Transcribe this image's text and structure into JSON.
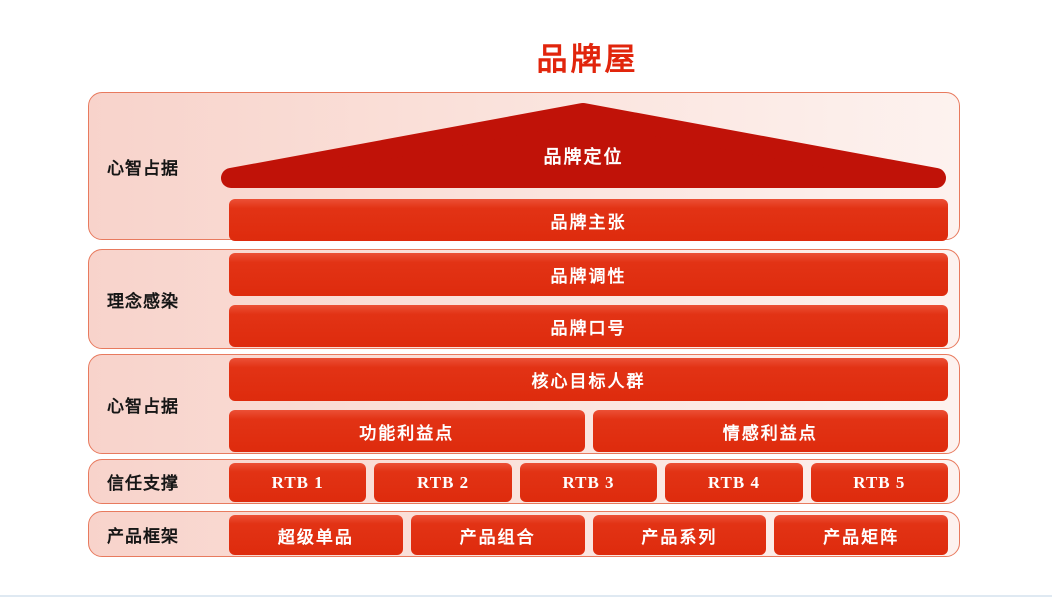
{
  "title": {
    "text": "品牌屋"
  },
  "colors": {
    "title_text": "#e1250c",
    "panel_fill_start": "#f8d3cb",
    "panel_fill_end": "#fdf2ef",
    "panel_border": "#e87a5e",
    "roof_fill": "#c01208",
    "bar_fill": "#e23315",
    "bar_text": "#ffffff",
    "label_text": "#161616",
    "bottom_divider": "#dfe9f2"
  },
  "sections": [
    {
      "label": "心智占据",
      "roof": "品牌定位",
      "rows": [
        {
          "cells": [
            "品牌主张"
          ]
        }
      ]
    },
    {
      "label": "理念感染",
      "rows": [
        {
          "cells": [
            "品牌调性"
          ]
        },
        {
          "cells": [
            "品牌口号"
          ]
        }
      ]
    },
    {
      "label": "心智占据",
      "rows": [
        {
          "cells": [
            "核心目标人群"
          ]
        },
        {
          "cells": [
            "功能利益点",
            "情感利益点"
          ]
        }
      ]
    },
    {
      "label": "信任支撑",
      "rows": [
        {
          "cells": [
            "RTB 1",
            "RTB 2",
            "RTB 3",
            "RTB 4",
            "RTB 5"
          ]
        }
      ]
    },
    {
      "label": "产品框架",
      "rows": [
        {
          "cells": [
            "超级单品",
            "产品组合",
            "产品系列",
            "产品矩阵"
          ]
        }
      ]
    }
  ]
}
